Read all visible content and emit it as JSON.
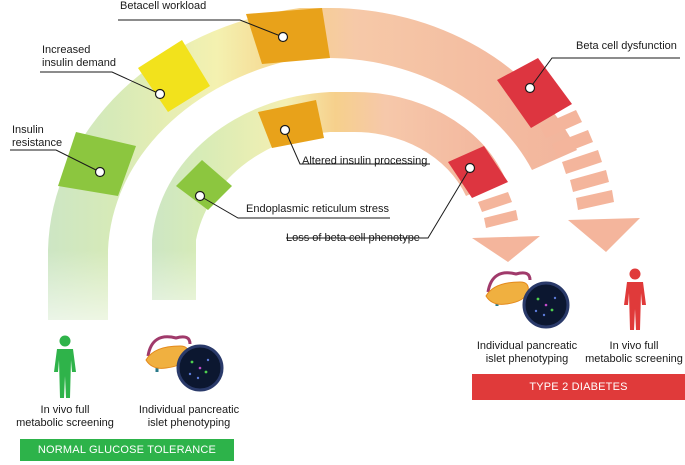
{
  "labels": {
    "betacell_workload": "Betacell workload",
    "increased_insulin_demand_1": "Increased",
    "increased_insulin_demand_2": "insulin demand",
    "insulin_resistance_1": "Insulin",
    "insulin_resistance_2": "resistance",
    "beta_cell_dysfunction": "Beta cell dysfunction",
    "altered_insulin_processing": "Altered insulin processing",
    "er_stress": "Endoplasmic reticulum stress",
    "loss_of_phenotype": "Loss of beta cell phenotype"
  },
  "left_panel": {
    "in_vivo_1": "In vivo full",
    "in_vivo_2": "metabolic screening",
    "islet_1": "Individual pancreatic",
    "islet_2": "islet phenotyping",
    "bar_label": "NORMAL GLUCOSE TOLERANCE",
    "bar_color": "#2db34a"
  },
  "right_panel": {
    "islet_1": "Individual pancreatic",
    "islet_2": "islet phenotyping",
    "in_vivo_1": "In vivo full",
    "in_vivo_2": "metabolic screening",
    "bar_label": "TYPE 2 DIABETES",
    "bar_color": "#e03a3a"
  },
  "icons": [
    "human-figure-icon",
    "pancreas-islet-icon"
  ],
  "colors": {
    "green": "#8cc63f",
    "yellow": "#f2e21c",
    "orange": "#e89e1c",
    "red": "#d9363e",
    "salmon": "#f3b59c"
  }
}
